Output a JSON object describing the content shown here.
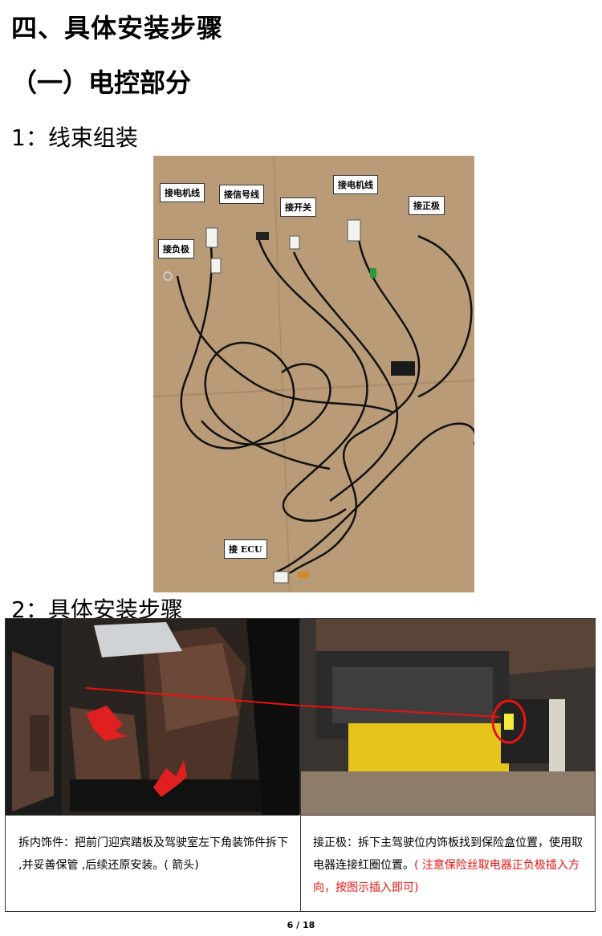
{
  "heading_main": "四、具体安装步骤",
  "heading_section": "（一）电控部分",
  "heading_step1": "1：线束组装",
  "heading_step2": "2：具体安装步骤",
  "photo_labels": {
    "motor1": "接电机线",
    "signal": "接信号线",
    "switch": "接开关",
    "motor2": "接电机线",
    "positive": "接正极",
    "negative": "接负极",
    "ecu": "接 ECU"
  },
  "steps": [
    {
      "text": "拆内饰件：把前门迎宾踏板及驾驶室左下角装饰件拆下 ,并妥善保管 ,后续还原安装。( 箭头)"
    },
    {
      "text": "接正极：拆下主驾驶位内饰板找到保险盒位置，使用取电器连接红圈位置。",
      "note": "( 注意保险丝取电器正负极插入方向，按图示插入即可)"
    }
  ],
  "page_number": "6 / 18"
}
